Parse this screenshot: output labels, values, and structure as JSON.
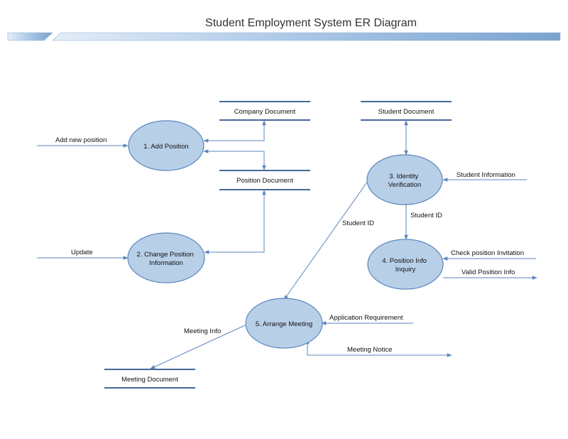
{
  "title": "Student Employment System ER Diagram",
  "colors": {
    "process_fill": "#b8cfe8",
    "process_stroke": "#5b86bd",
    "arrow": "#5b86bd",
    "store_line": "#44699a",
    "banner": "#7aa3cf"
  },
  "processes": {
    "p1": {
      "label_lines": [
        "1. Add Position"
      ]
    },
    "p2": {
      "label_lines": [
        "2. Change Position",
        "Information"
      ]
    },
    "p3": {
      "label_lines": [
        "3. Identity",
        "Verification"
      ]
    },
    "p4": {
      "label_lines": [
        "4. Position Info",
        "Inquiry"
      ]
    },
    "p5": {
      "label_lines": [
        "5. Arrange Meeting"
      ]
    }
  },
  "stores": {
    "company": "Company Document",
    "position": "Position Document",
    "student": "Student Document",
    "meeting": "Meeting Document"
  },
  "flows": {
    "add_new_position": "Add new position",
    "update": "Update",
    "student_information": "Student Information",
    "student_id_down": "Student ID",
    "student_id_diag": "Student ID",
    "check_invitation": "Check position Invitation",
    "valid_position_info": "Valid Position Info",
    "application_requirement": "Application Requirement",
    "meeting_notice": "Meeting Notice",
    "meeting_info": "Meeting Info"
  }
}
